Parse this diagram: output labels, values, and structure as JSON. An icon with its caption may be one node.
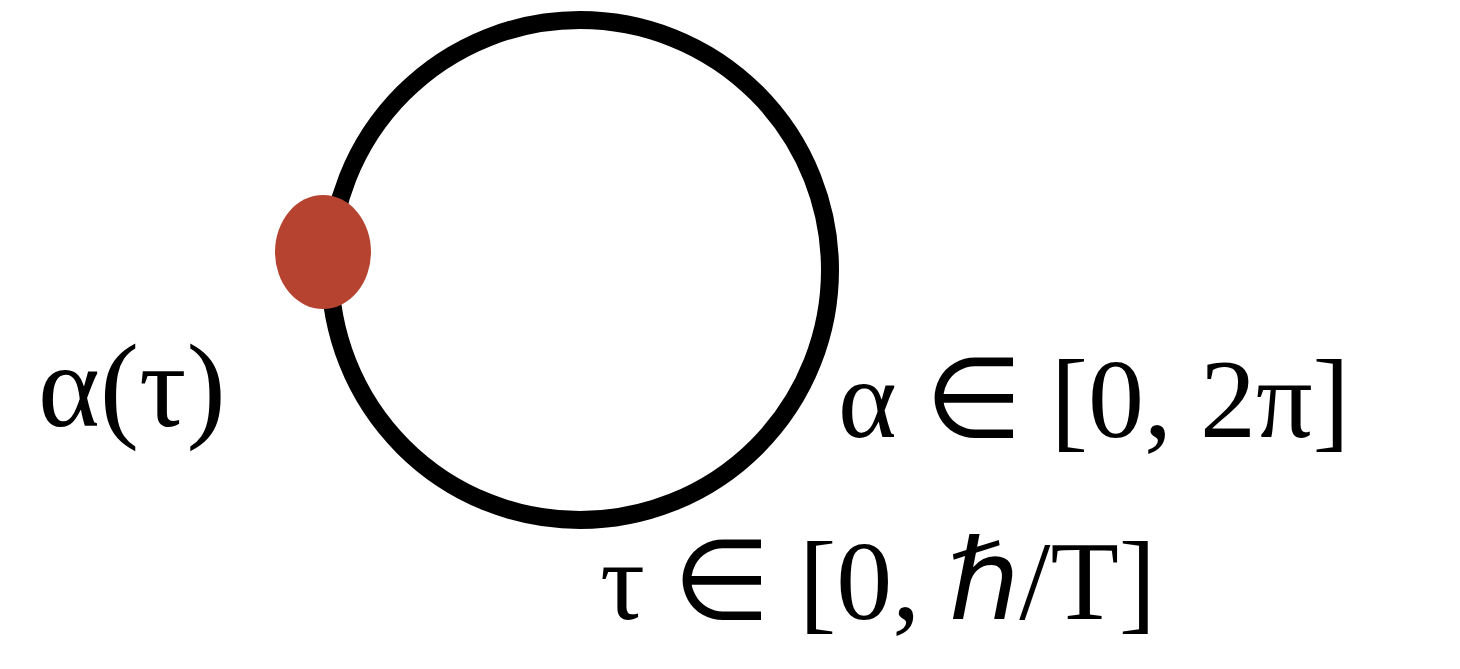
{
  "diagram": {
    "labels": [
      "α(τ)",
      "α ∈ [0, 2π]",
      "τ ∈ [0, ℏ/T]"
    ]
  }
}
